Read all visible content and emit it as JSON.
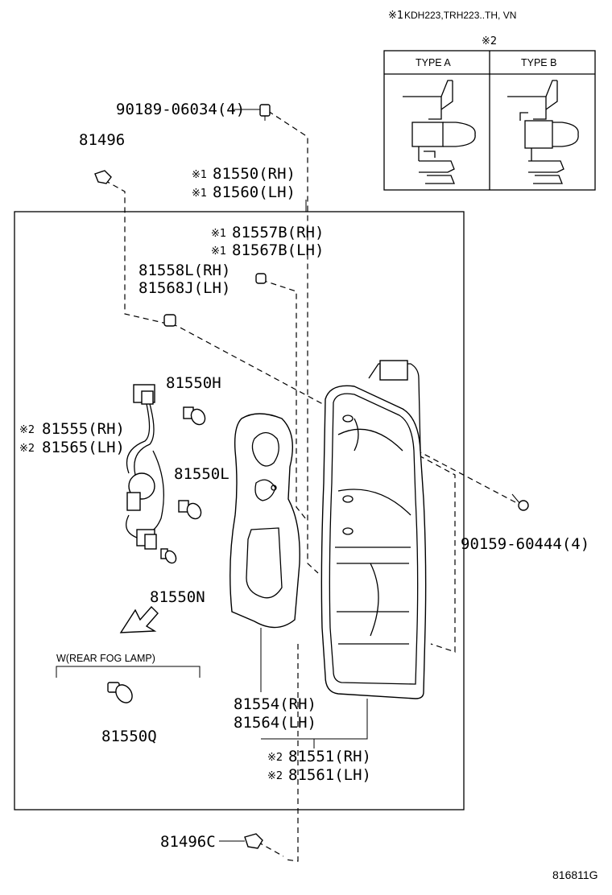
{
  "header_note": {
    "mark": "※1",
    "text": "KDH223,TRH223..TH, VN"
  },
  "type_table": {
    "mark": "※2",
    "col_a": "TYPE A",
    "col_b": "TYPE B"
  },
  "labels": {
    "bolt_top": "90189-06034(4)",
    "clip_81496": "81496",
    "lamp_rh": "81550(RH)",
    "lamp_lh": "81560(LH)",
    "gasket_rh": "81557B(RH)",
    "gasket_lh": "81567B(LH)",
    "cushion_rh": "81558L(RH)",
    "cushion_lh": "81568J(LH)",
    "bulb_h": "81550H",
    "socket_rh": "81555(RH)",
    "socket_lh": "81565(LH)",
    "bulb_l": "81550L",
    "bulb_n": "81550N",
    "fog_header": "W(REAR FOG LAMP)",
    "bulb_q": "81550Q",
    "gasket2_rh": "81554(RH)",
    "gasket2_lh": "81564(LH)",
    "lens_rh": "81551(RH)",
    "lens_lh": "81561(LH)",
    "screw_right": "90159-60444(4)",
    "clip_bottom": "81496C",
    "diagram_code": "816811G"
  },
  "marks": {
    "m1": "※1",
    "m2": "※2"
  }
}
